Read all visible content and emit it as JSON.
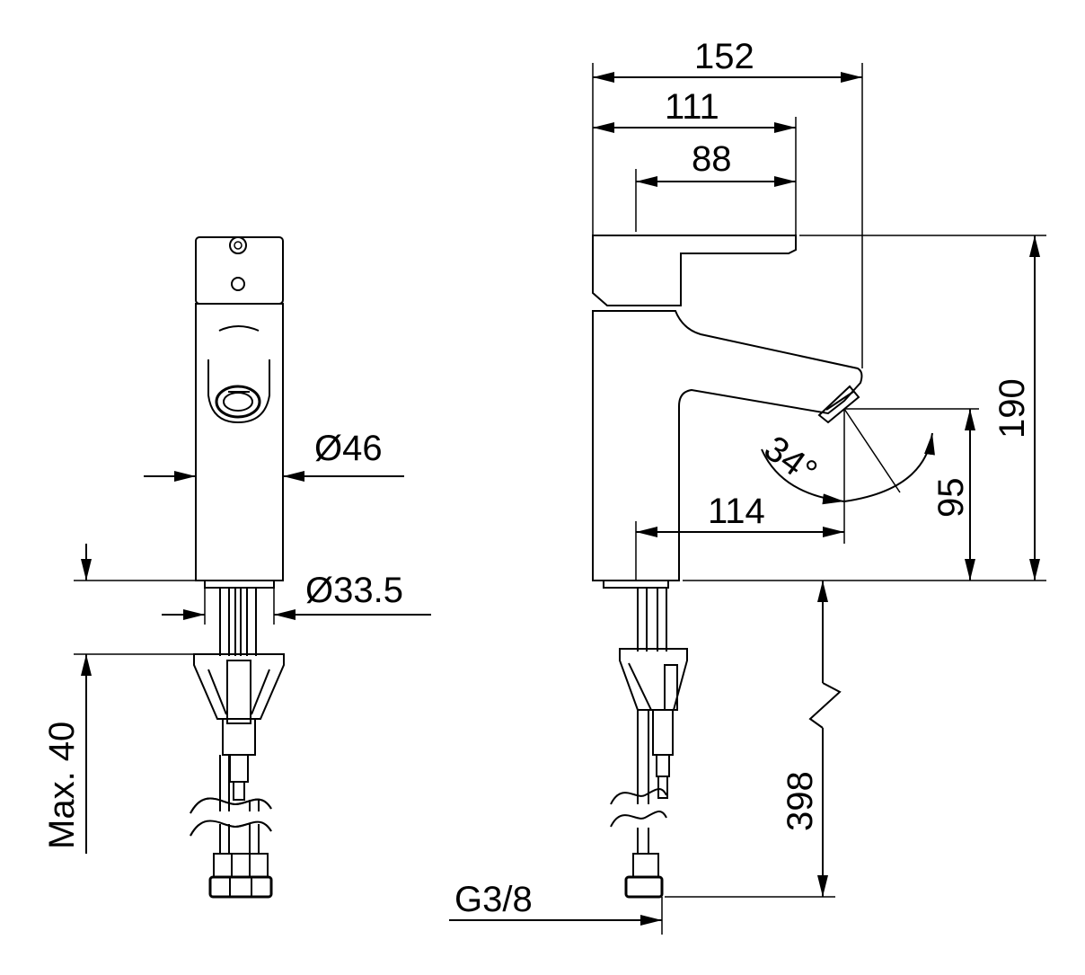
{
  "dimensions": {
    "width_152": "152",
    "width_111": "111",
    "width_88": "88",
    "height_190": "190",
    "height_95": "95",
    "angle": "34°",
    "reach_114": "114",
    "hose_398": "398",
    "diameter_46": "Ø46",
    "diameter_33_5": "Ø33.5",
    "max_40": "Max. 40",
    "thread": "G3/8"
  }
}
